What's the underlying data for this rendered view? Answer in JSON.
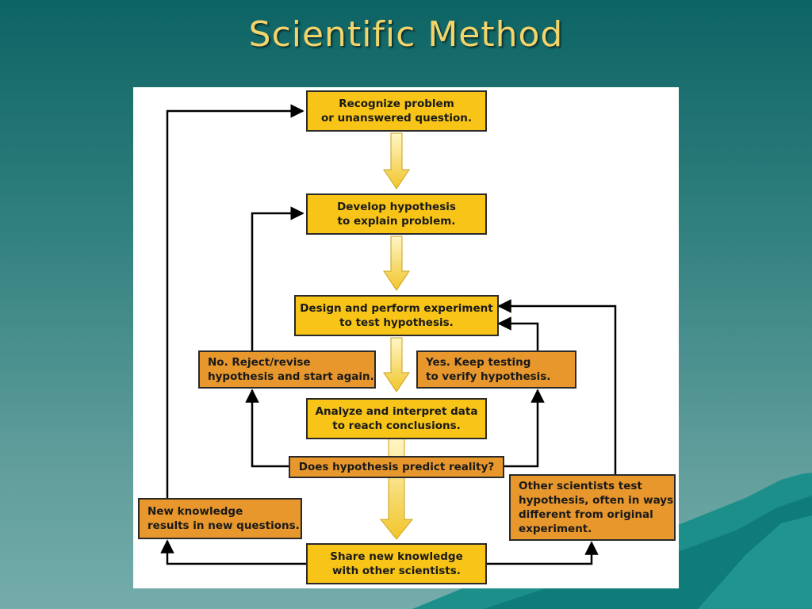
{
  "slide": {
    "title": "Scientific Method"
  },
  "colors": {
    "background_top": "#0d6464",
    "background_bottom": "#74acaa",
    "title": "#f3d46b",
    "yellow_box": "#f7c417",
    "orange_box": "#e7972c",
    "flow_arrow": "#f6d23c"
  },
  "flowchart": {
    "recognize": "Recognize problem\nor unanswered question.",
    "develop": "Develop hypothesis\nto explain problem.",
    "design": "Design and perform experiment\nto test hypothesis.",
    "reject": "No. Reject/revise\nhypothesis and start again.",
    "keep_testing": "Yes. Keep testing\nto verify hypothesis.",
    "analyze": "Analyze and interpret data\nto reach conclusions.",
    "predict": "Does hypothesis predict reality?",
    "new_knowledge": "New knowledge\nresults in new questions.",
    "other_scientists": "Other scientists test\nhypothesis, often in ways\ndifferent from original\nexperiment.",
    "share": "Share new knowledge\nwith other scientists."
  }
}
